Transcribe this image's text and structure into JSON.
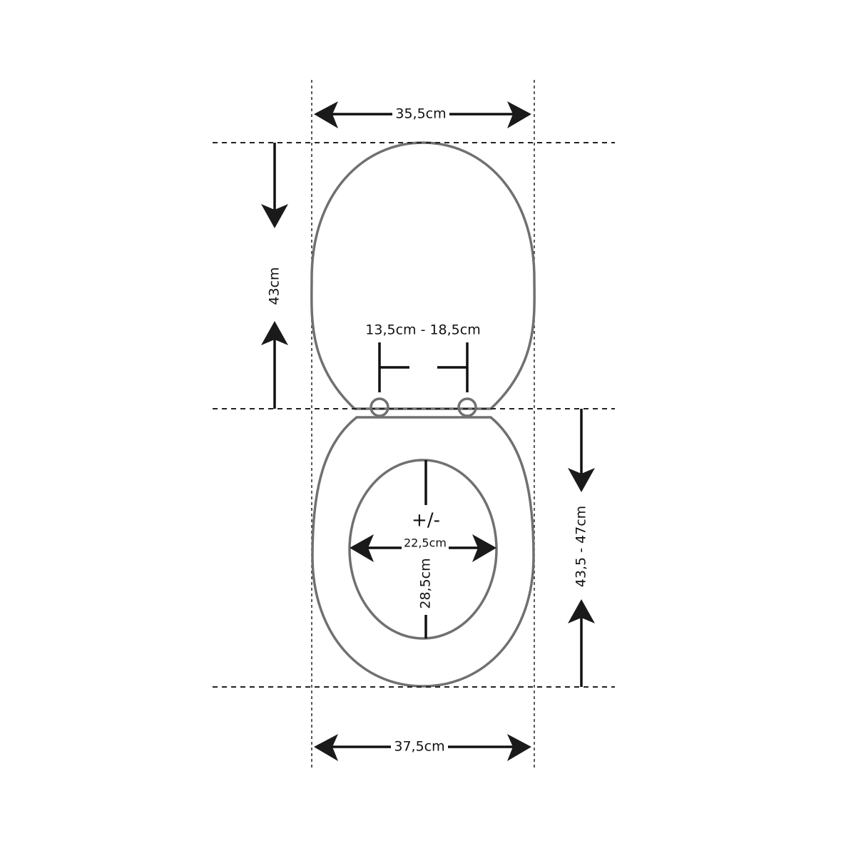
{
  "labels": {
    "lid_width": "35,5cm",
    "lid_length": "43cm",
    "hinge_spacing": "13,5cm - 18,5cm",
    "seat_length": "43,5 - 47cm",
    "tolerance": "+/-",
    "opening_width": "22,5cm",
    "opening_length": "28,5cm",
    "seat_width": "37,5cm"
  },
  "colors": {
    "outline": "#707070",
    "dimension": "#111111"
  }
}
